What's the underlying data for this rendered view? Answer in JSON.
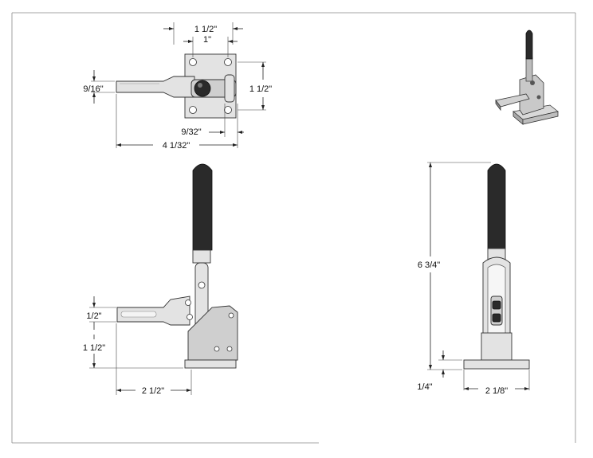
{
  "dimensions": {
    "top_width_outer": "1 1/2\"",
    "top_width_inner": "1\"",
    "top_arm_width": "9/16\"",
    "top_base_height": "1 1/2\"",
    "top_offset": "9/32\"",
    "top_overall_length": "4 1/32\"",
    "side_arm_height": "1/2\"",
    "side_arm_position": "1 1/2\"",
    "side_base_length": "2 1/2\"",
    "front_overall_height": "6 3/4\"",
    "front_base_thickness": "1/4\"",
    "front_base_width": "2 1/8\""
  },
  "colors": {
    "line": "#222222",
    "metal": "#e3e3e3",
    "rubber": "#2a2a2a",
    "border": "#888888"
  }
}
